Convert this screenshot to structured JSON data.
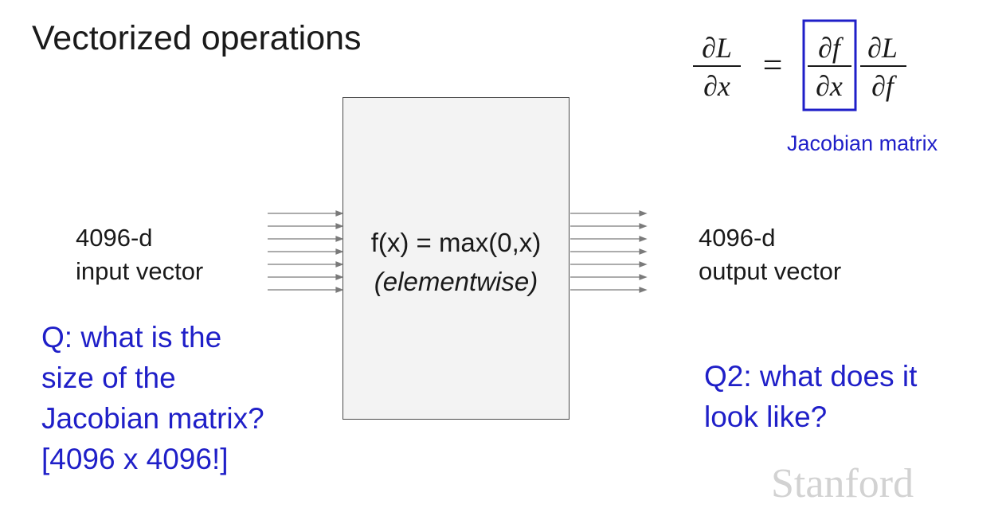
{
  "slide": {
    "title": "Vectorized operations",
    "formula": {
      "lhs_num": "∂L",
      "lhs_den": "∂x",
      "equals": "=",
      "jac_num": "∂f",
      "jac_den": "∂x",
      "rhs_num": "∂L",
      "rhs_den": "∂f",
      "box_color": "#1f1fc8"
    },
    "jacobian_caption": "Jacobian matrix",
    "input": {
      "line1": "4096-d",
      "line2": "input vector"
    },
    "function": {
      "label": "f(x) = max(0,x)",
      "sublabel": "(elementwise)"
    },
    "output": {
      "line1": "4096-d",
      "line2": "output vector"
    },
    "question1": {
      "line1": "Q: what is the",
      "line2": "size of the",
      "line3": "Jacobian matrix?",
      "line4": "[4096 x 4096!]"
    },
    "question2": {
      "line1": "Q2: what does it",
      "line2": "look like?"
    },
    "watermark": "Stanford",
    "colors": {
      "question_text": "#1f1fc8",
      "box_fill": "#f3f3f3",
      "arrow": "#7a7a7a"
    }
  }
}
